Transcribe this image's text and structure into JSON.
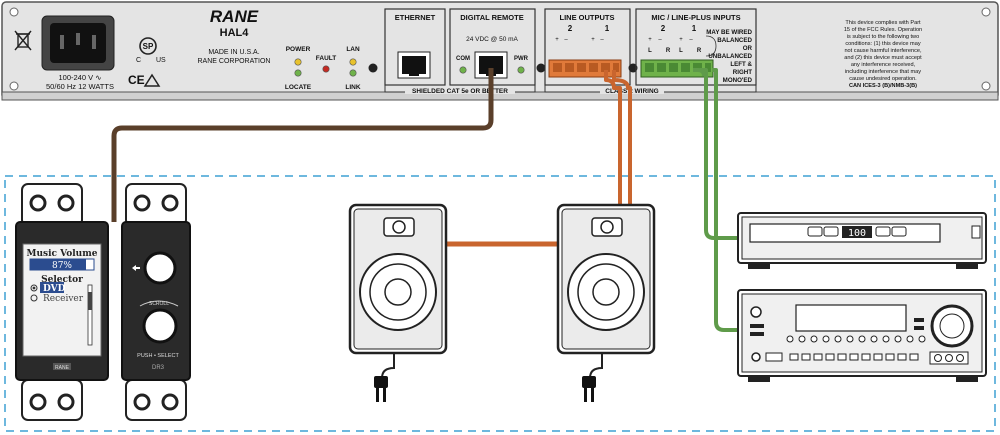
{
  "rear_panel": {
    "brand": "RANE",
    "model": "HAL4",
    "made_in": "MADE IN U.S.A.",
    "corp": "RANE CORPORATION",
    "power_rating_1": "100-240 V ∿",
    "power_rating_2": "50/60 Hz 12 WATTS",
    "power_label": "POWER",
    "locate_label": "LOCATE",
    "fault_label": "FAULT",
    "lan_label": "LAN",
    "link_label": "LINK",
    "ethernet_title": "ETHERNET",
    "digital_remote_title": "DIGITAL REMOTE",
    "digital_remote_spec": "24 VDC @ 50 mA",
    "com_label": "COM",
    "pwr_label": "PWR",
    "shielded_note": "SHIELDED CAT 5e OR BETTER",
    "line_outputs_title": "LINE OUTPUTS",
    "ch2": "2",
    "ch1": "1",
    "mic_line_title": "MIC / LINE-PLUS INPUTS",
    "wiring_note": "CLASS 2 WIRING",
    "may_be_wired": "MAY BE WIRED",
    "balanced": "BALANCED",
    "or": "OR",
    "unbalanced": "UNBALANCED",
    "left_right": "LEFT &",
    "right": "RIGHT",
    "monoed": "MONO'ED",
    "pin_plus": "+",
    "pin_minus": "–",
    "pin_L": "L",
    "pin_R": "R",
    "fcc_lines": [
      "This device complies with Part",
      "15 of the FCC Rules. Operation",
      "is subject to the following two",
      "conditions: (1) this device may",
      "not cause harmful interference,",
      "and (2) this device must accept",
      "any interference received,",
      "including interference that may",
      "cause undesired operation.",
      "CAN ICES-3 (B)/NMB-3(B)"
    ]
  },
  "wall_remote": {
    "screen_title": "Music Volume",
    "volume_value": "87%",
    "selector_label": "Selector",
    "option_1": "DVD",
    "option_2": "Receiver",
    "brand_small": "RANE",
    "scroll_label": "SCROLL",
    "push_select": "PUSH • SELECT",
    "model_small": "DR3"
  },
  "dvd_player": {
    "display": "100"
  },
  "colors": {
    "remote_cable": "#5a3f2a",
    "output_cable": "#c9652e",
    "input_cable": "#5f9b4a",
    "dashed_border": "#3ea1d4",
    "panel_fill": "#e6e6e6"
  }
}
